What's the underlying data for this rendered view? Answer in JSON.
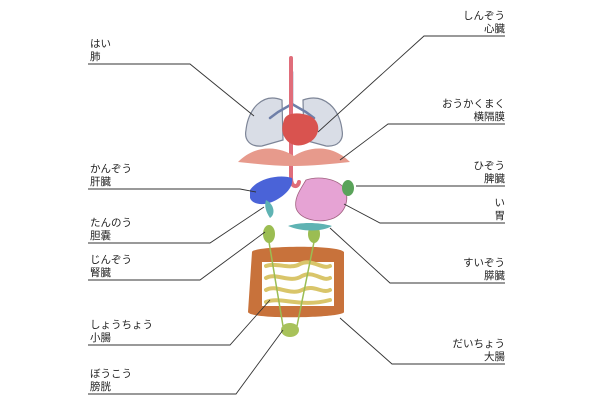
{
  "labels": {
    "lungs": {
      "reading": "はい",
      "kanji": "肺"
    },
    "liver": {
      "reading": "かんぞう",
      "kanji": "肝臓"
    },
    "gallbladder": {
      "reading": "たんのう",
      "kanji": "胆嚢"
    },
    "kidney": {
      "reading": "じんぞう",
      "kanji": "腎臓"
    },
    "small_intestine": {
      "reading": "しょうちょう",
      "kanji": "小腸"
    },
    "bladder": {
      "reading": "ぼうこう",
      "kanji": "膀胱"
    },
    "heart": {
      "reading": "しんぞう",
      "kanji": "心臓"
    },
    "diaphragm": {
      "reading": "おうかくまく",
      "kanji": "横隔膜"
    },
    "spleen": {
      "reading": "ひぞう",
      "kanji": "脾臓"
    },
    "stomach": {
      "reading": "い",
      "kanji": "胃"
    },
    "pancreas": {
      "reading": "すいぞう",
      "kanji": "膵臓"
    },
    "large_intestine": {
      "reading": "だいちょう",
      "kanji": "大腸"
    }
  },
  "colors": {
    "lung": "#d9dde6",
    "lung_outline": "#7d8597",
    "heart": "#d9534f",
    "diaphragm": "#e79a8c",
    "liver": "#4a63d8",
    "stomach": "#e6a3d4",
    "spleen": "#5aa35a",
    "kidney": "#9bbd52",
    "pancreas": "#5fb3b3",
    "large_intestine": "#c8723b",
    "small_intestine": "#d9c56a",
    "bladder": "#a8c25a",
    "vessel": "#e06d7a",
    "bronchi": "#6f7fa8",
    "leader_line": "#333333"
  }
}
